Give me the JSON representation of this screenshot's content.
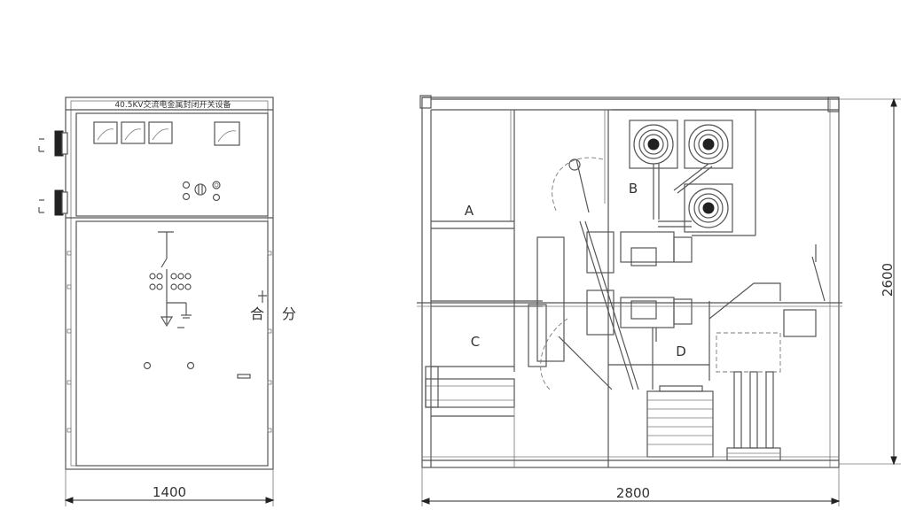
{
  "front_view": {
    "nameplate": "40.5KV交流电金属封闭开关设备",
    "label_close": "合",
    "label_open": "分",
    "width_dim": "1400"
  },
  "side_view": {
    "compartment_a": "A",
    "compartment_b": "B",
    "compartment_c": "C",
    "compartment_d": "D",
    "width_dim": "2800",
    "height_dim": "2600"
  }
}
